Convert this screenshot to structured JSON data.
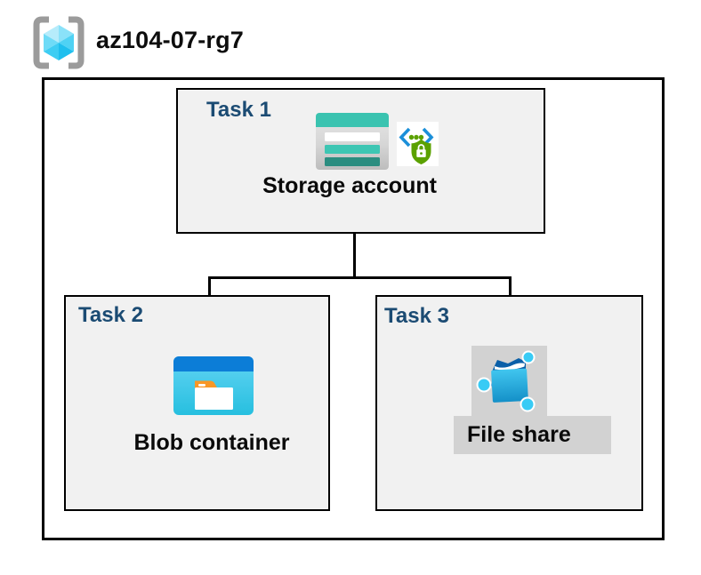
{
  "header": {
    "resource_group_name": "az104-07-rg7",
    "resource_group_icon": "resource-group-icon"
  },
  "diagram": {
    "tasks": [
      {
        "label": "Task 1",
        "item": "Storage account",
        "icons": [
          "storage-account-icon",
          "sas-shield-icon"
        ]
      },
      {
        "label": "Task 2",
        "item": "Blob container",
        "icons": [
          "blob-container-icon"
        ]
      },
      {
        "label": "Task 3",
        "item": "File share",
        "icons": [
          "file-share-icon"
        ]
      }
    ],
    "connections": [
      {
        "from": "Storage account",
        "to": "Blob container"
      },
      {
        "from": "Storage account",
        "to": "File share"
      }
    ],
    "colors": {
      "task_label_blue": "#1b4b73",
      "task_box_fill": "#f1f1f1",
      "box_border": "#000000",
      "connector_line": "#000000",
      "storage_teal": "#3ac3b0",
      "storage_teal_dark": "#2b8d80",
      "blob_blue": "#0c7dd7",
      "blob_cyan": "#38c6ea",
      "fileshare_cyan": "#38cbf5",
      "sas_green": "#5ba100",
      "sas_blue": "#1b8fd9",
      "gray_highlight": "#d2d2d2",
      "bracket_gray": "#9b9b9b"
    }
  }
}
